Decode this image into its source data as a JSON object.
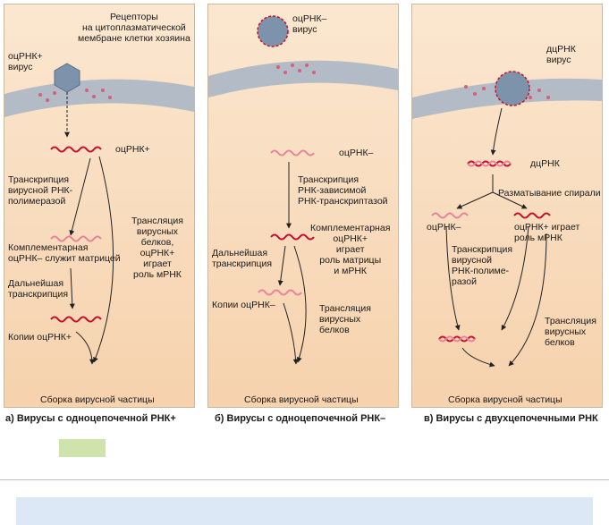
{
  "panel_a": {
    "receptors": "Рецепторы\nна цитоплазматической\nмембране клетки хозяина",
    "virus": "оцРНК+\nвирус",
    "rna_label": "оцРНК+",
    "transcription": "Транскрипция\nвирусной РНК-\nполимеразой",
    "complementary": "Комплементарная\nоцРНК– служит матрицей",
    "further": "Дальнейшая\nтранскрипция",
    "translation": "Трансляция\nвирусных\nбелков,\nоцРНК+\nиграет\nроль мРНК",
    "copies": "Копии оцРНК+",
    "assembly": "Сборка вирусной частицы",
    "caption": "а) Вирусы с одноцепочечной РНК+"
  },
  "panel_b": {
    "virus": "оцРНК–\nвирус",
    "rna_label": "оцРНК–",
    "transcription": "Транскрипция\nРНК-зависимой\nРНК-транскриптазой",
    "complementary": "Комплементарная\nоцРНК+\nиграет\nроль матрицы\nи мРНК",
    "further": "Дальнейшая\nтранскрипция",
    "copies": "Копии оцРНК–",
    "translation": "Трансляция\nвирусных\nбелков",
    "assembly": "Сборка вирусной частицы",
    "caption": "б) Вирусы с одноцепочечной РНК–"
  },
  "panel_c": {
    "virus": "дцРНК\nвирус",
    "rna_label": "дцРНК",
    "unwinding": "Разматывание спирали",
    "minus": "оцРНК–",
    "plus": "оцРНК+ играет\nроль мРНК",
    "transcription": "Транскрипция\nвирусной\nРНК-полиме-\nразой",
    "translation": "Трансляция\nвирусных\nбелков",
    "assembly": "Сборка вирусной частицы",
    "caption": "в) Вирусы с двухцепочечными РНК"
  },
  "colors": {
    "rna_red": "#c8102e",
    "rna_pink": "#e8849a",
    "membrane": "#a6b4c6",
    "virus": "#7d93ab"
  }
}
